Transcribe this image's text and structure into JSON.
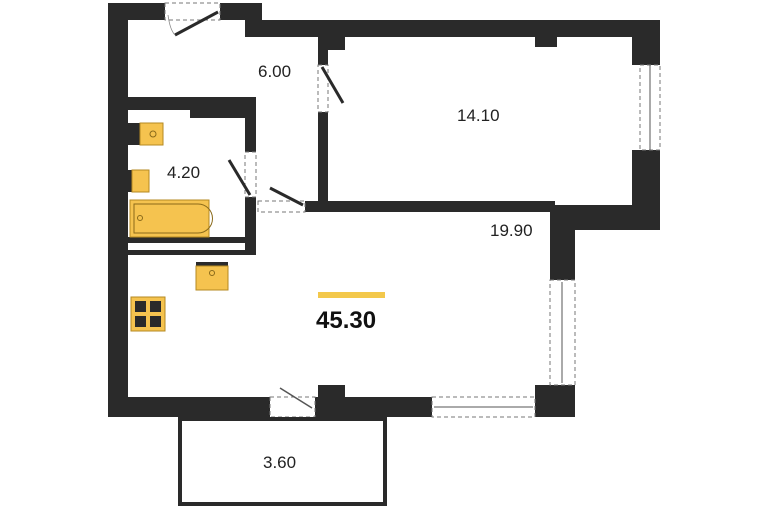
{
  "plan": {
    "rooms": [
      {
        "id": "hallway",
        "area": "6.00"
      },
      {
        "id": "bedroom",
        "area": "14.10"
      },
      {
        "id": "bathroom",
        "area": "4.20"
      },
      {
        "id": "living-kitchen",
        "area": "19.90"
      },
      {
        "id": "balcony",
        "area": "3.60"
      }
    ],
    "total_area": "45.30",
    "colors": {
      "wall": "#2a2a2a",
      "fixture": "#f5c34f",
      "accent_bar": "#f3c84b"
    }
  }
}
